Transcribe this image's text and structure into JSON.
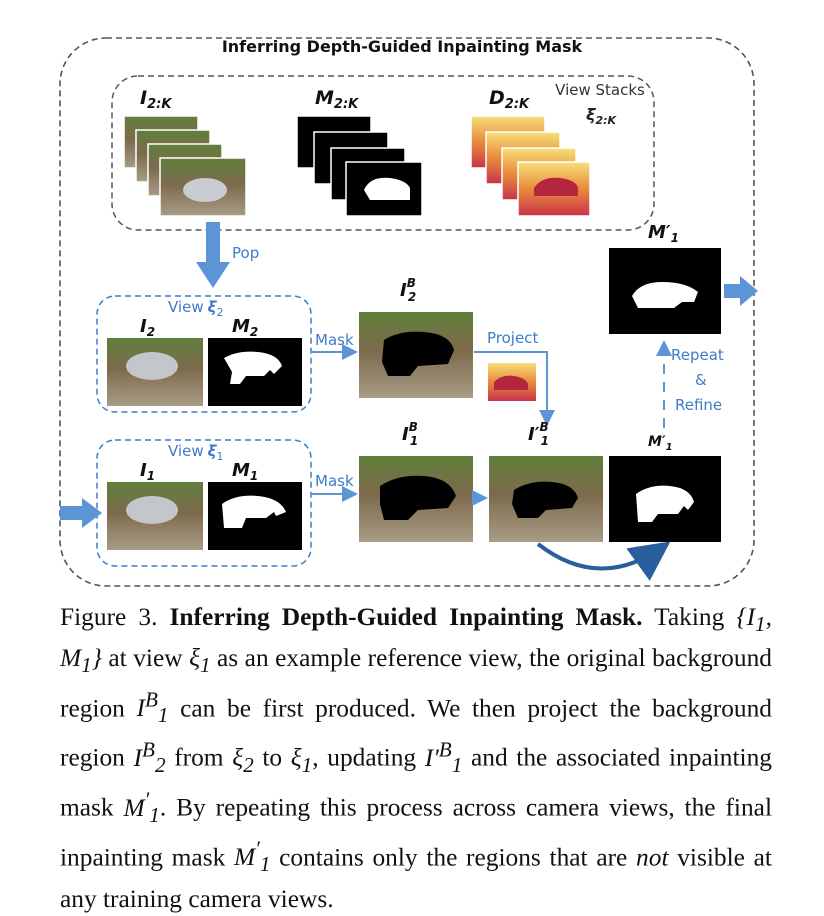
{
  "diagram": {
    "title": "Inferring Depth-Guided Inpainting Mask",
    "stacks": {
      "label": "View Stacks",
      "symbol": "ξ",
      "symbol_sub": "2:K",
      "images": {
        "name": "I",
        "sub": "2:K"
      },
      "masks": {
        "name": "M",
        "sub": "2:K"
      },
      "depths": {
        "name": "D",
        "sub": "2:K"
      }
    },
    "pop_label": "Pop",
    "view2": {
      "label": "View",
      "symbol": "ξ",
      "sub": "2",
      "image": {
        "name": "I",
        "sub": "2"
      },
      "mask": {
        "name": "M",
        "sub": "2"
      }
    },
    "view1": {
      "label": "View",
      "symbol": "ξ",
      "sub": "1",
      "image": {
        "name": "I",
        "sub": "1"
      },
      "mask": {
        "name": "M",
        "sub": "1"
      }
    },
    "mask_label": "Mask",
    "project_label": "Project",
    "bg2": {
      "name": "I",
      "sup": "B",
      "sub": "2"
    },
    "bg1": {
      "name": "I",
      "sup": "B",
      "sub": "1"
    },
    "bg1_prime": {
      "name": "I",
      "prime": "′",
      "sup": "B",
      "sub": "1"
    },
    "mask_prime_small": {
      "name": "M",
      "prime": "′",
      "sub": "1"
    },
    "mask_prime_top": {
      "name": "M",
      "prime": "′",
      "sub": "1"
    },
    "repeat_label": [
      "Repeat",
      "&",
      "Refine"
    ],
    "colors": {
      "accent": "#3d7cc9",
      "arrow": "#5b95d6",
      "dash": "#555555",
      "curve": "#2a5f9e"
    }
  },
  "caption": {
    "figure": "Figure 3.",
    "title": "Inferring Depth-Guided Inpainting Mask.",
    "p1": "Taking",
    "set": "{I",
    "sub1": "1",
    "comma": ", M",
    "sub1b": "1",
    "close": "}",
    "p2": "at view",
    "xi": "ξ",
    "xi_sub": "1",
    "p3": "as an example reference view, the original background region",
    "r1": "I",
    "r1_sup": "B",
    "r1_sub": "1",
    "p4": "can be first produced.  We then project the background region",
    "r2": "I",
    "r2_sup": "B",
    "r2_sub": "2",
    "p5": "from",
    "xi2": "ξ",
    "xi2_sub": "2",
    "p6": "to",
    "xi3": "ξ",
    "xi3_sub": "1",
    "p7": ", updating",
    "r3": "I′",
    "r3_sup": "B",
    "r3_sub": "1",
    "p8": "and the associated inpainting mask",
    "m1": "M",
    "m1_sup": "′",
    "m1_sub": "1",
    "p9": ". By repeating this process across camera views, the final inpainting mask",
    "m2": "M",
    "m2_sup": "′",
    "m2_sub": "1",
    "p10": "contains only the regions that are",
    "not": "not",
    "p11": "visible at any training camera views."
  }
}
